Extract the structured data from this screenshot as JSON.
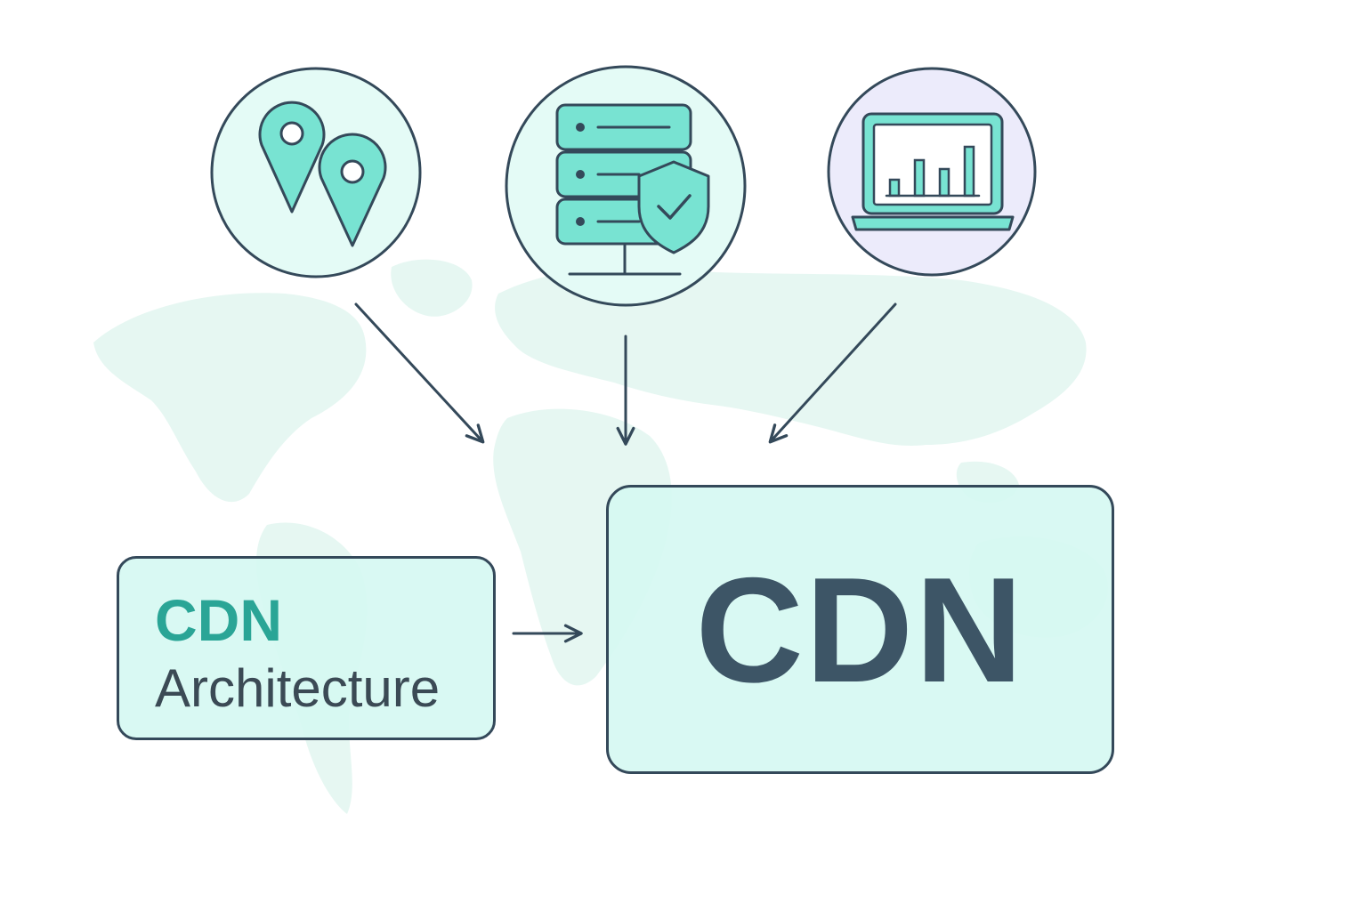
{
  "diagram": {
    "label_box": {
      "title": "CDN",
      "subtitle": "Architecture"
    },
    "main_box": {
      "text": "CDN"
    },
    "nodes": [
      {
        "icon": "location-pins-icon"
      },
      {
        "icon": "secure-server-icon"
      },
      {
        "icon": "analytics-laptop-icon"
      }
    ],
    "background": {
      "icon": "world-map-icon"
    }
  },
  "colors": {
    "stroke": "#34495a",
    "teal_fill": "#78e3d2",
    "teal_text": "#2aa596",
    "box_fill": "#d6f8f2",
    "circle_fill": "#e4fbf6",
    "circle_fill_alt": "#ecebfb",
    "map_fill": "#e6f7f2",
    "main_text": "#3d5566"
  }
}
